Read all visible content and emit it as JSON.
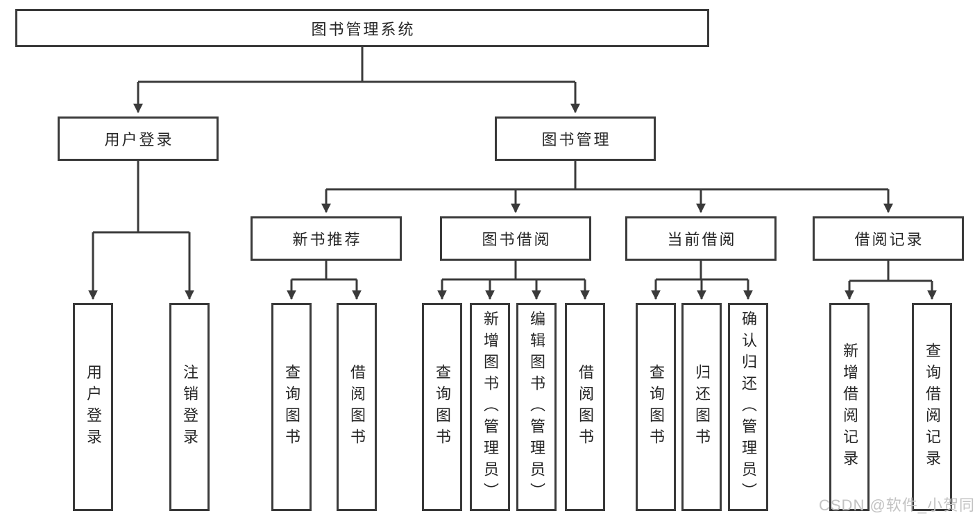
{
  "diagram": {
    "root": {
      "label": "图书管理系统",
      "children": [
        {
          "label": "用户登录",
          "children": [
            {
              "label": "用户登录"
            },
            {
              "label": "注销登录"
            }
          ]
        },
        {
          "label": "图书管理",
          "children": [
            {
              "label": "新书推荐",
              "children": [
                {
                  "label": "查询图书"
                },
                {
                  "label": "借阅图书"
                }
              ]
            },
            {
              "label": "图书借阅",
              "children": [
                {
                  "label": "查询图书"
                },
                {
                  "label": "新增图书（管理员）"
                },
                {
                  "label": "编辑图书（管理员）"
                },
                {
                  "label": "借阅图书"
                }
              ]
            },
            {
              "label": "当前借阅",
              "children": [
                {
                  "label": "查询图书"
                },
                {
                  "label": "归还图书"
                },
                {
                  "label": "确认归还（管理员）"
                }
              ]
            },
            {
              "label": "借阅记录",
              "children": [
                {
                  "label": "新增借阅记录"
                },
                {
                  "label": "查询借阅记录"
                }
              ]
            }
          ]
        }
      ]
    }
  },
  "watermark": {
    "text": "CSDN @软件_小贺同学"
  },
  "colors": {
    "line": "#3a3a3a",
    "box_border": "#3a3a3a",
    "text": "#262626",
    "watermark": "#c3c3c3",
    "background": "#ffffff"
  }
}
